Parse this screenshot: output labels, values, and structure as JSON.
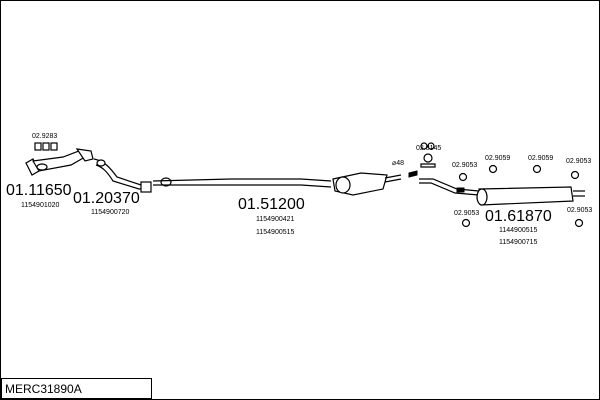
{
  "parts": [
    {
      "code": "01.11650",
      "ref": "1154901020"
    },
    {
      "code": "01.20370",
      "ref": "1154900720"
    },
    {
      "code": "01.51200",
      "refs": [
        "1154900421",
        "1154900515"
      ]
    },
    {
      "code": "01.61870",
      "refs": [
        "1144900515",
        "1154900715"
      ]
    }
  ],
  "small_parts": [
    "02.9283",
    "02.8145",
    "02.9053",
    "02.9059",
    "02.9059",
    "02.9053",
    "02.9053",
    "02.9053"
  ],
  "marker": "⌀48",
  "footer": {
    "id": "MERC31890A"
  }
}
